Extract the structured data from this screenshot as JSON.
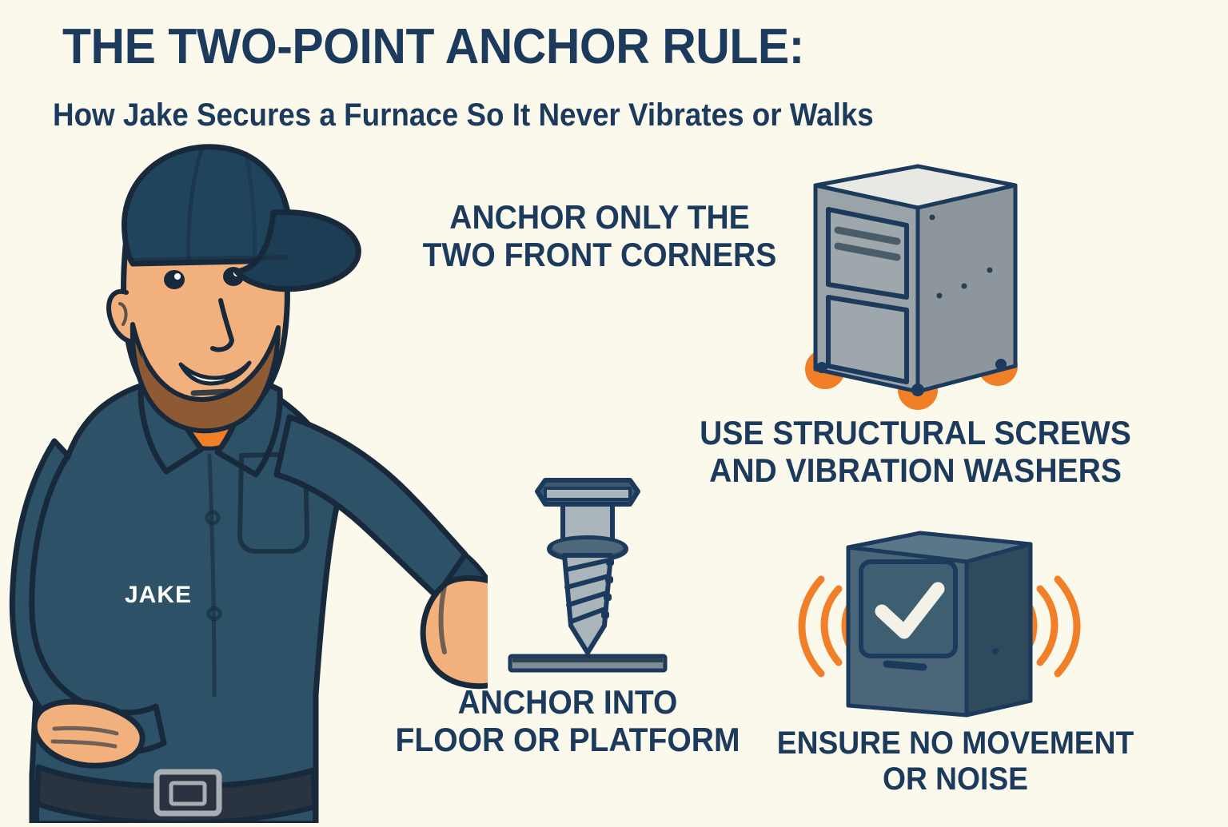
{
  "poster": {
    "title": "THE TWO-POINT ANCHOR RULE:",
    "subtitle": "How Jake Secures a Furnace So It Never Vibrates or Walks",
    "background_color": "#FBF8EC",
    "text_color": "#1B3A5C",
    "accent_color": "#F07F27"
  },
  "person": {
    "name_patch": "JAKE",
    "uniform_color": "#2D5166",
    "cap_color": "#20445C",
    "skin_color": "#F2B07C",
    "undershirt_color": "#F07F27",
    "belt_color": "#2A3440"
  },
  "callouts": [
    {
      "id": "anchor-corners",
      "line1": "ANCHOR ONLY THE",
      "line2": "TWO FRONT CORNERS"
    },
    {
      "id": "structural-screws",
      "line1": "USE STRUCTURAL SCREWS",
      "line2": "AND VIBRATION WASHERS"
    },
    {
      "id": "anchor-floor",
      "line1": "ANCHOR INTO",
      "line2": "FLOOR OR PLATFORM"
    },
    {
      "id": "no-movement",
      "line1": "ENSURE NO MOVEMENT",
      "line2": "OR NOISE"
    }
  ],
  "illustrations": {
    "furnace": {
      "body_color": "#9AA3A8",
      "side_color": "#8C969C",
      "top_color": "#E8E8E4",
      "outline_color": "#1B3A5C",
      "anchor_marker_color": "#F07F27",
      "anchor_marker_count": 3,
      "vent_slots": 2,
      "panels": 2
    },
    "screw": {
      "metal_color": "#A9B4BB",
      "outline_color": "#1B3A5C",
      "floor_bar_color": "#7E8C96",
      "thread_count": 6,
      "has_washer": true
    },
    "quiet_unit": {
      "body_color": "#4A6678",
      "side_color": "#2E4A5C",
      "panel_color": "#3E5E72",
      "check_color": "#F4F2E8",
      "wave_color": "#F07F27",
      "waves_per_side": 3
    }
  }
}
